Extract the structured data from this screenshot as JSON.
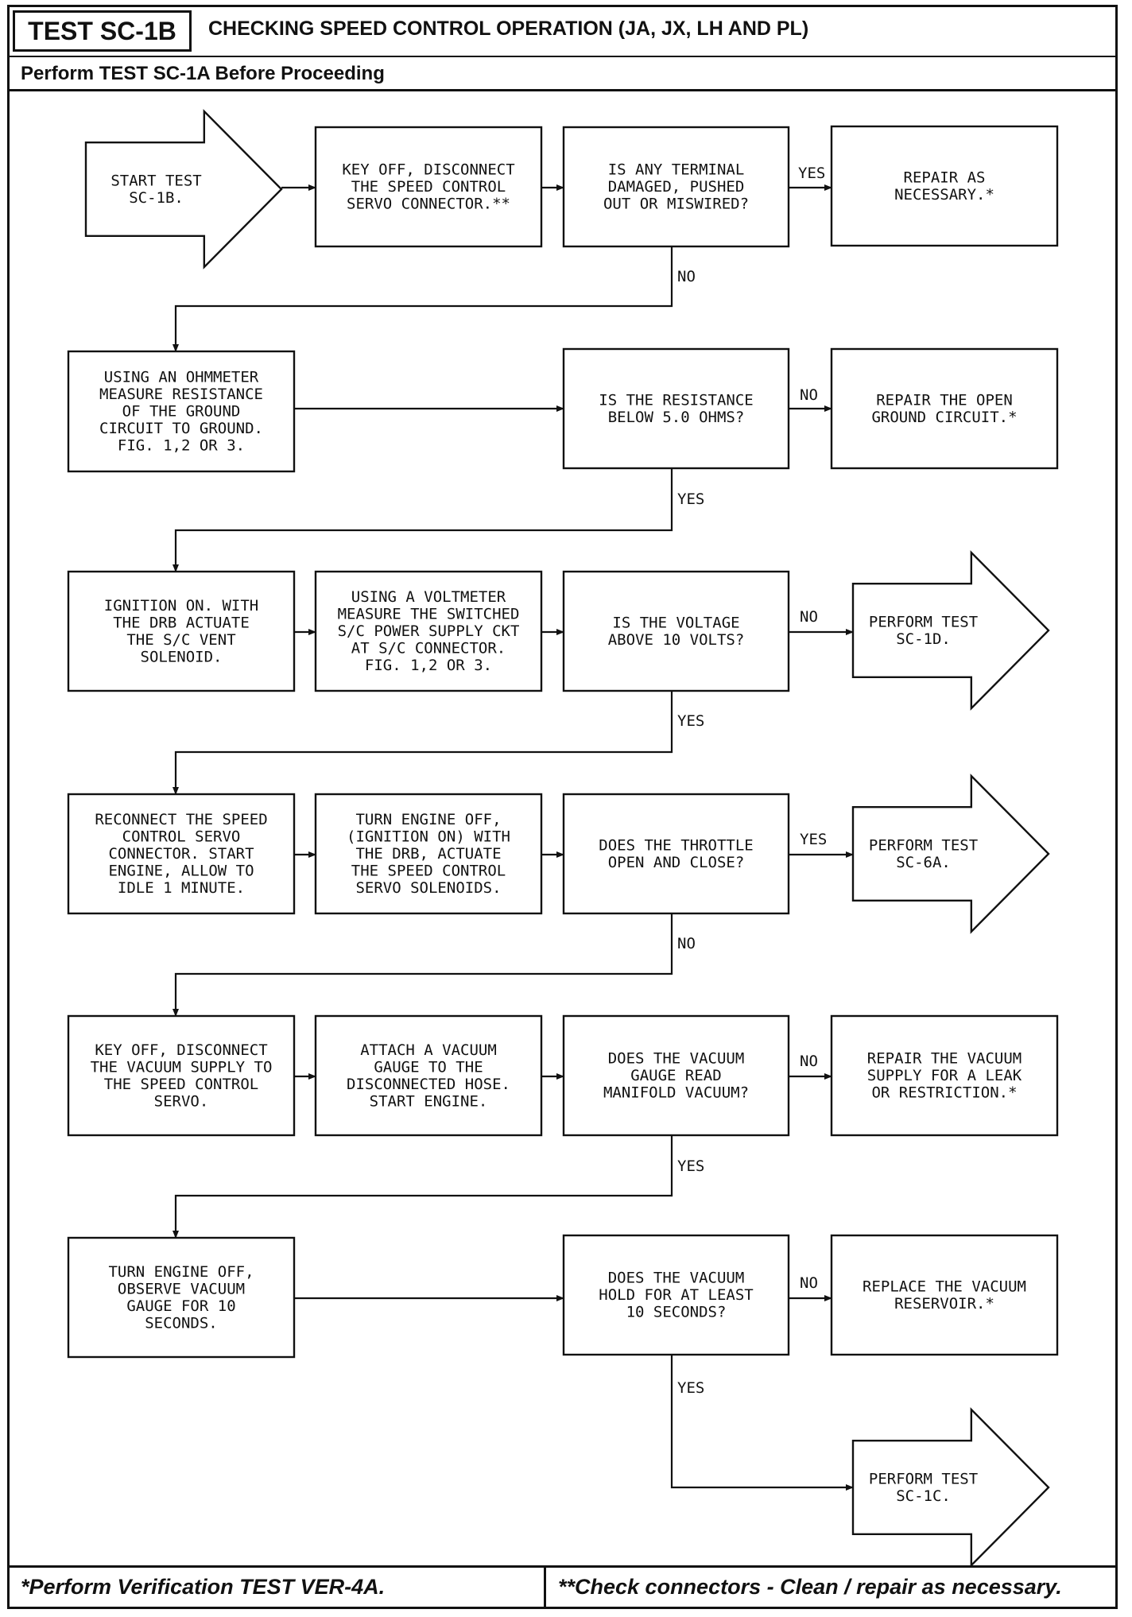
{
  "header": {
    "test_id": "TEST SC-1B",
    "title": "CHECKING SPEED CONTROL OPERATION (JA, JX, LH AND PL)",
    "prerequisite": "Perform TEST SC-1A Before Proceeding"
  },
  "footer": {
    "note_1": "*Perform Verification TEST VER-4A.",
    "note_2": "**Check connectors - Clean / repair as necessary."
  },
  "flowchart": {
    "nodes": [
      {
        "id": "start",
        "kind": "arrow",
        "lines": [
          "START TEST",
          "SC-1B."
        ]
      },
      {
        "id": "r1a",
        "kind": "box",
        "lines": [
          "KEY OFF, DISCONNECT",
          "THE SPEED CONTROL",
          "SERVO CONNECTOR.**"
        ]
      },
      {
        "id": "r1q",
        "kind": "box",
        "lines": [
          "IS ANY TERMINAL",
          "DAMAGED, PUSHED",
          "OUT OR MISWIRED?"
        ]
      },
      {
        "id": "r1r",
        "kind": "box",
        "lines": [
          "REPAIR AS",
          "NECESSARY.*"
        ]
      },
      {
        "id": "r2a",
        "kind": "box",
        "lines": [
          "USING AN OHMMETER",
          "MEASURE RESISTANCE",
          "OF THE GROUND",
          "CIRCUIT TO GROUND.",
          "FIG. 1,2 OR 3."
        ]
      },
      {
        "id": "r2q",
        "kind": "box",
        "lines": [
          "IS THE RESISTANCE",
          "BELOW 5.0 OHMS?"
        ]
      },
      {
        "id": "r2r",
        "kind": "box",
        "lines": [
          "REPAIR THE OPEN",
          "GROUND CIRCUIT.*"
        ]
      },
      {
        "id": "r3a",
        "kind": "box",
        "lines": [
          "IGNITION ON. WITH",
          "THE DRB ACTUATE",
          "THE S/C VENT",
          "SOLENOID."
        ]
      },
      {
        "id": "r3b",
        "kind": "box",
        "lines": [
          "USING A VOLTMETER",
          "MEASURE THE SWITCHED",
          "S/C POWER SUPPLY CKT",
          "AT S/C CONNECTOR.",
          "FIG. 1,2 OR 3."
        ]
      },
      {
        "id": "r3q",
        "kind": "box",
        "lines": [
          "IS THE VOLTAGE",
          "ABOVE 10 VOLTS?"
        ]
      },
      {
        "id": "r3r",
        "kind": "arrow",
        "lines": [
          "PERFORM TEST",
          "SC-1D."
        ]
      },
      {
        "id": "r4a",
        "kind": "box",
        "lines": [
          "RECONNECT THE SPEED",
          "CONTROL SERVO",
          "CONNECTOR. START",
          "ENGINE, ALLOW TO",
          "IDLE 1 MINUTE."
        ]
      },
      {
        "id": "r4b",
        "kind": "box",
        "lines": [
          "TURN ENGINE OFF,",
          "(IGNITION ON) WITH",
          "THE DRB, ACTUATE",
          "THE SPEED CONTROL",
          "SERVO SOLENOIDS."
        ]
      },
      {
        "id": "r4q",
        "kind": "box",
        "lines": [
          "DOES THE THROTTLE",
          "OPEN AND CLOSE?"
        ]
      },
      {
        "id": "r4r",
        "kind": "arrow",
        "lines": [
          "PERFORM TEST",
          "SC-6A."
        ]
      },
      {
        "id": "r5a",
        "kind": "box",
        "lines": [
          "KEY OFF, DISCONNECT",
          "THE VACUUM SUPPLY TO",
          "THE SPEED CONTROL",
          "SERVO."
        ]
      },
      {
        "id": "r5b",
        "kind": "box",
        "lines": [
          "ATTACH A VACUUM",
          "GAUGE TO THE",
          "DISCONNECTED HOSE.",
          "START ENGINE."
        ]
      },
      {
        "id": "r5q",
        "kind": "box",
        "lines": [
          "DOES THE VACUUM",
          "GAUGE READ",
          "MANIFOLD VACUUM?"
        ]
      },
      {
        "id": "r5r",
        "kind": "box",
        "lines": [
          "REPAIR THE VACUUM",
          "SUPPLY FOR A LEAK",
          "OR RESTRICTION.*"
        ]
      },
      {
        "id": "r6a",
        "kind": "box",
        "lines": [
          "TURN ENGINE OFF,",
          "OBSERVE VACUUM",
          "GAUGE FOR 10",
          "SECONDS."
        ]
      },
      {
        "id": "r6q",
        "kind": "box",
        "lines": [
          "DOES THE VACUUM",
          "HOLD FOR AT LEAST",
          "10 SECONDS?"
        ]
      },
      {
        "id": "r6r",
        "kind": "box",
        "lines": [
          "REPLACE THE VACUUM",
          "RESERVOIR.*"
        ]
      },
      {
        "id": "r7r",
        "kind": "arrow",
        "lines": [
          "PERFORM TEST",
          "SC-1C."
        ]
      }
    ],
    "edges": [
      {
        "from": "start",
        "to": "r1a",
        "label": ""
      },
      {
        "from": "r1a",
        "to": "r1q",
        "label": ""
      },
      {
        "from": "r1q",
        "to": "r1r",
        "label": "YES"
      },
      {
        "from": "r1q",
        "to": "r2a",
        "label": "NO"
      },
      {
        "from": "r2a",
        "to": "r2q",
        "label": ""
      },
      {
        "from": "r2q",
        "to": "r2r",
        "label": "NO"
      },
      {
        "from": "r2q",
        "to": "r3a",
        "label": "YES"
      },
      {
        "from": "r3a",
        "to": "r3b",
        "label": ""
      },
      {
        "from": "r3b",
        "to": "r3q",
        "label": ""
      },
      {
        "from": "r3q",
        "to": "r3r",
        "label": "NO"
      },
      {
        "from": "r3q",
        "to": "r4a",
        "label": "YES"
      },
      {
        "from": "r4a",
        "to": "r4b",
        "label": ""
      },
      {
        "from": "r4b",
        "to": "r4q",
        "label": ""
      },
      {
        "from": "r4q",
        "to": "r4r",
        "label": "YES"
      },
      {
        "from": "r4q",
        "to": "r5a",
        "label": "NO"
      },
      {
        "from": "r5a",
        "to": "r5b",
        "label": ""
      },
      {
        "from": "r5b",
        "to": "r5q",
        "label": ""
      },
      {
        "from": "r5q",
        "to": "r5r",
        "label": "NO"
      },
      {
        "from": "r5q",
        "to": "r6a",
        "label": "YES"
      },
      {
        "from": "r6a",
        "to": "r6q",
        "label": ""
      },
      {
        "from": "r6q",
        "to": "r6r",
        "label": "NO"
      },
      {
        "from": "r6q",
        "to": "r7r",
        "label": "YES"
      }
    ]
  }
}
